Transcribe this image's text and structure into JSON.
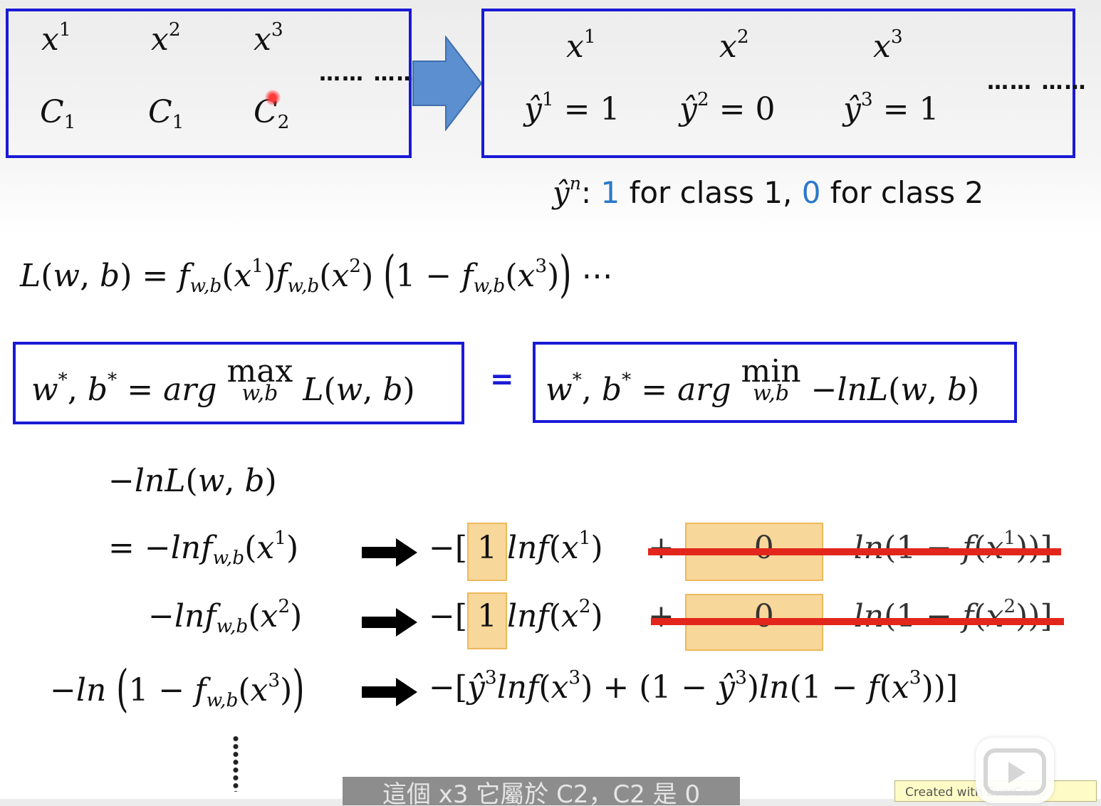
{
  "top_left_box": {
    "columns": [
      {
        "x_sup": "1",
        "class_sub": "1"
      },
      {
        "x_sup": "2",
        "class_sub": "1"
      },
      {
        "x_sup": "3",
        "class_sub": "2"
      }
    ],
    "ellipsis": "…… ……"
  },
  "top_right_box": {
    "columns": [
      {
        "x_sup": "1",
        "y_sup": "1",
        "value": "1"
      },
      {
        "x_sup": "2",
        "y_sup": "2",
        "value": "0"
      },
      {
        "x_sup": "3",
        "y_sup": "3",
        "value": "1"
      }
    ],
    "ellipsis": "…… ……"
  },
  "legend": {
    "one": "1",
    "text_a": " for class 1, ",
    "zero": "0",
    "text_b": " for class 2"
  },
  "highlight_one": "1",
  "highlight_zero": "0",
  "subtitle": "這個 x3 它屬於 C2，C2 是 0",
  "watermark": "Created with EverCam.",
  "colors": {
    "box_border": "#1a1ad6",
    "accent_blue": "#2a78c8",
    "highlight": "#f8d79a",
    "strike": "#e3261c"
  }
}
